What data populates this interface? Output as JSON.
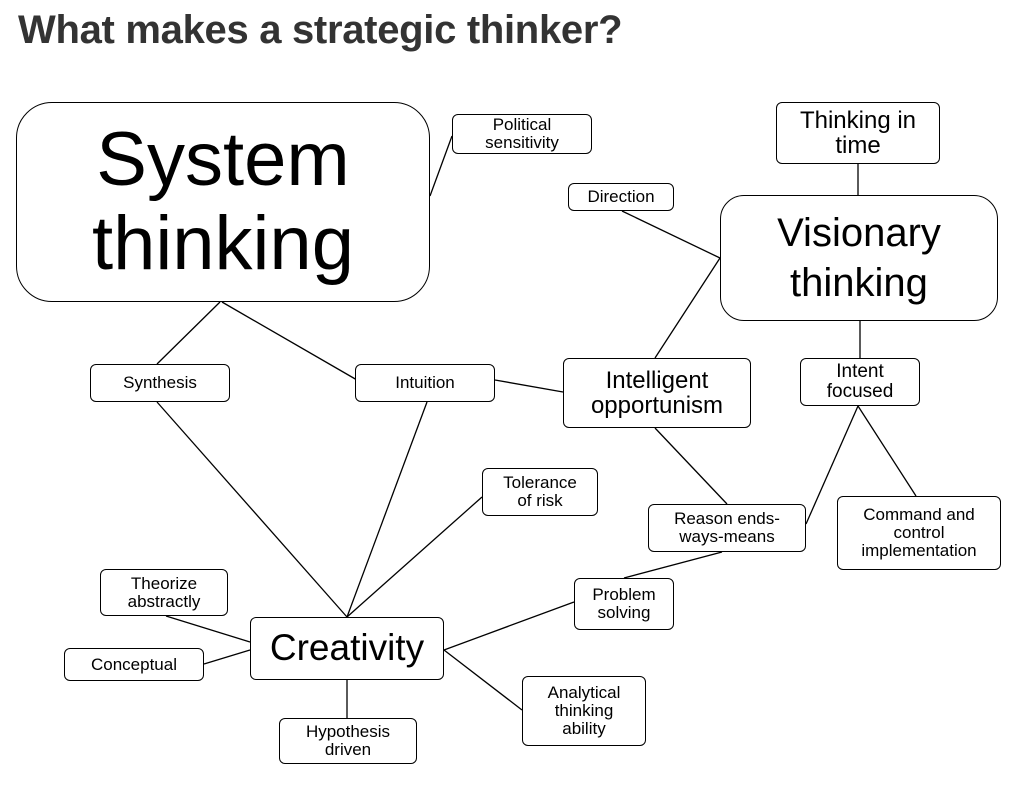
{
  "title": "What makes a strategic thinker?",
  "nodes": {
    "system_thinking": "System\nthinking",
    "political_sensitivity": "Political\nsensitivity",
    "thinking_in_time": "Thinking in\ntime",
    "direction": "Direction",
    "visionary_thinking": "Visionary\nthinking",
    "synthesis": "Synthesis",
    "intuition": "Intuition",
    "intelligent_opportunism": "Intelligent\nopportunism",
    "intent_focused": "Intent\nfocused",
    "tolerance_of_risk": "Tolerance\nof risk",
    "reason_ends_ways_means": "Reason ends-\nways-means",
    "command_and_control": "Command and\ncontrol\nimplementation",
    "theorize_abstractly": "Theorize\nabstractly",
    "problem_solving": "Problem\nsolving",
    "conceptual": "Conceptual",
    "creativity": "Creativity",
    "analytical_thinking": "Analytical\nthinking\nability",
    "hypothesis_driven": "Hypothesis\ndriven"
  }
}
